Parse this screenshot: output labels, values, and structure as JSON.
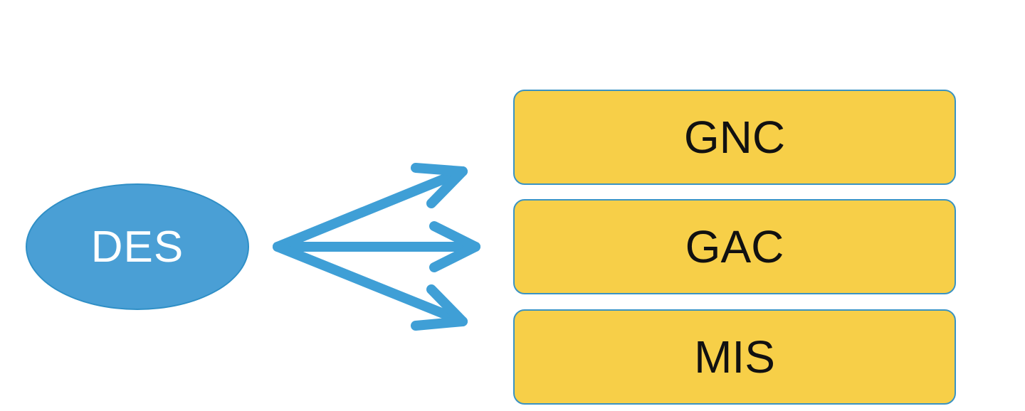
{
  "colors": {
    "source_fill": "#4a9fd5",
    "arrow": "#3f9fd6",
    "box_fill": "#f7cf48"
  },
  "diagram": {
    "source": {
      "label": "DES"
    },
    "targets": [
      {
        "label": "GNC"
      },
      {
        "label": "GAC"
      },
      {
        "label": "MIS"
      }
    ]
  }
}
